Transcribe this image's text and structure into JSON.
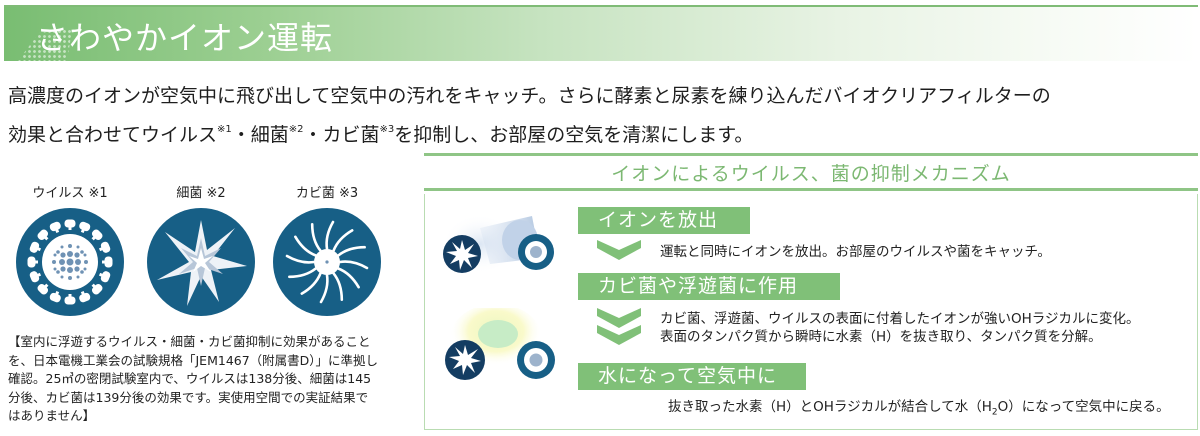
{
  "header": {
    "title": "さわやかイオン運転"
  },
  "intro": {
    "line1": "高濃度のイオンが空気中に飛び出して空気中の汚れをキャッチ。さらに酵素と尿素を練り込んだバイオクリアフィルターの",
    "line2_pre": "効果と合わせてウイルス",
    "ref1": "※1",
    "sep1": "・細菌",
    "ref2": "※2",
    "sep2": "・カビ菌",
    "ref3": "※3",
    "line2_post": "を抑制し、お部屋の空気を清潔にします。"
  },
  "microbes": [
    {
      "label": "ウイルス ※1",
      "icon": "virus-icon"
    },
    {
      "label": "細菌 ※2",
      "icon": "bacteria-icon"
    },
    {
      "label": "カビ菌 ※3",
      "icon": "mold-icon"
    }
  ],
  "note": {
    "lines": [
      "【室内に浮遊するウイルス・細菌・カビ菌抑制に効果があること",
      "を、日本電機工業会の試験規格「JEM1467（附属書D）」に準拠し",
      "確認。25㎥の密閉試験室内で、ウイルスは138分後、細菌は145",
      "分後、カビ菌は139分後の効果です。実使用空間での実証結果で",
      "はありません】"
    ]
  },
  "mechanism": {
    "title": "イオンによるウイルス、菌の抑制メカニズム",
    "steps": [
      {
        "heading": "イオンを放出",
        "text_lines": [
          "運転と同時にイオンを放出。お部屋のウイルスや菌をキャッチ。"
        ]
      },
      {
        "heading": "カビ菌や浮遊菌に作用",
        "text_lines": [
          "カビ菌、浮遊菌、ウイルスの表面に付着したイオンが強いOHラジカルに変化。",
          "表面のタンパク質から瞬時に水素（H）を抜き取り、タンパク質を分解。"
        ]
      },
      {
        "heading": "水になって空気中に",
        "text_pre": "抜き取った水素（H）とOHラジカルが結合して水（H",
        "text_sub": "2",
        "text_post": "O）になって空気中に戻る。"
      }
    ]
  },
  "colors": {
    "accent_green": "#80c078",
    "title_green": "#7cb872",
    "icon_blue": "#175f86",
    "icon_dark_blue": "#143d62"
  }
}
